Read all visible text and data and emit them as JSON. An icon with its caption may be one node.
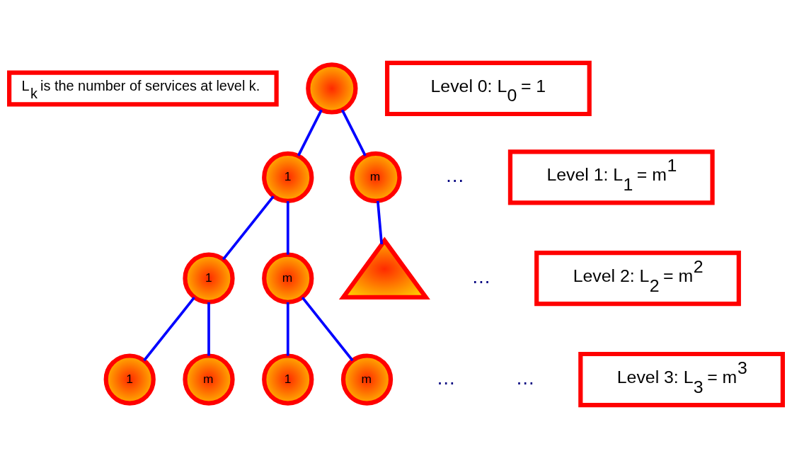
{
  "diagram": {
    "nodes": [
      {
        "text": [
          "L$_{k}$ is the number of services at level k."
        ]
      },
      {
        "text": [],
        "shape": "circle"
      },
      {
        "text": [
          "Level 0: L$_{0}$ = 1"
        ]
      },
      {
        "text": [
          "1"
        ]
      },
      {
        "text": [
          "m"
        ]
      },
      {
        "text": [
          "Level 1: L$_{1}$ = m$^{1}$"
        ]
      },
      {
        "text": [
          "1"
        ]
      },
      {
        "text": [
          "m"
        ]
      },
      {
        "text": [],
        "shape": "triangle"
      },
      {
        "text": [
          "Level 2: L$_{2}$ = m$^{2}$"
        ]
      },
      {
        "text": [
          "1"
        ]
      },
      {
        "text": [
          "m"
        ]
      },
      {
        "text": [
          "1"
        ]
      },
      {
        "text": [
          "m"
        ]
      },
      {
        "text": [
          "Level 3: L$_{3}$ = m$^{3}$"
        ]
      }
    ],
    "edges": [
      {
        "from": 1,
        "to": 3,
        "arrow": "none"
      },
      {
        "from": 1,
        "to": 4,
        "arrow": "none"
      },
      {
        "from": 3,
        "to": 6,
        "arrow": "none"
      },
      {
        "from": 3,
        "to": 7,
        "arrow": "none"
      },
      {
        "from": 4,
        "to": 8,
        "arrow": "none"
      },
      {
        "from": 6,
        "to": 10,
        "arrow": "none"
      },
      {
        "from": 6,
        "to": 11,
        "arrow": "none"
      },
      {
        "from": 7,
        "to": 12,
        "arrow": "none"
      },
      {
        "from": 7,
        "to": 13,
        "arrow": "none"
      }
    ],
    "labels": [
      "…",
      "…",
      "…",
      "…"
    ]
  }
}
